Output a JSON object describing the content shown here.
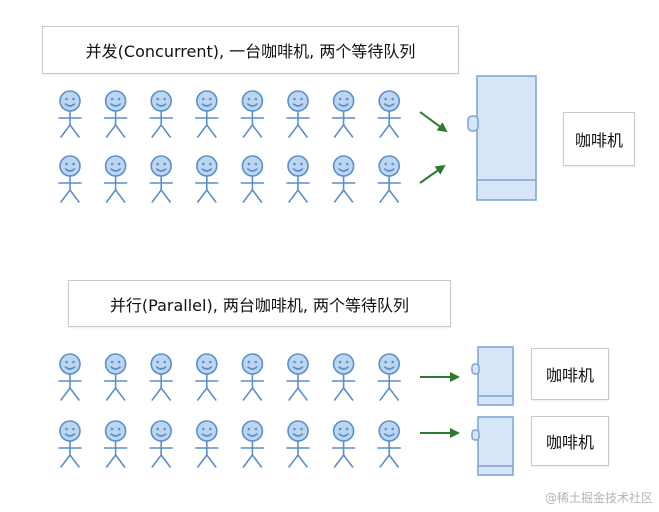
{
  "top_section": {
    "title": "并发(Concurrent), 一台咖啡机, 两个等待队列",
    "machine_label": "咖啡机"
  },
  "bottom_section": {
    "title": "并行(Parallel), 两台咖啡机, 两个等待队列",
    "machine_labels": [
      "咖啡机",
      "咖啡机"
    ]
  },
  "watermark": "@稀土掘金技术社区",
  "colors": {
    "person_fill": "#bcd6f2",
    "person_stroke": "#5b8fca",
    "machine_fill": "#d6e6f8",
    "machine_stroke": "#7aa3d4",
    "arrow": "#2f7a2f"
  },
  "queues": {
    "people_per_queue": 8,
    "queue_count_top": 2,
    "queue_count_bottom": 2
  }
}
